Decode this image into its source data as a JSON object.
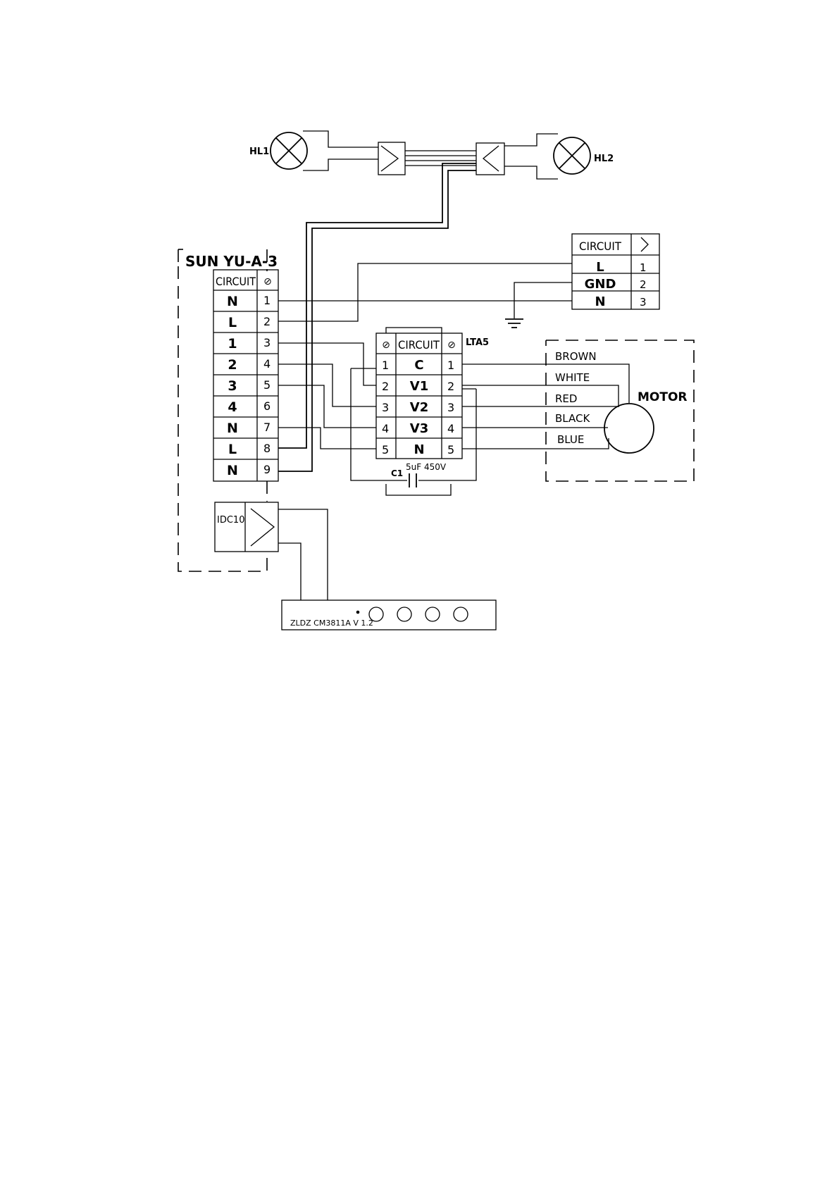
{
  "lamps": {
    "hl1": "HL1",
    "hl2": "HL2"
  },
  "controller": {
    "title": "SUN YU-A-3",
    "header_circuit": "CIRCUIT",
    "header_screw": "⊘",
    "rows": [
      {
        "label": "N",
        "num": "1"
      },
      {
        "label": "L",
        "num": "2"
      },
      {
        "label": "1",
        "num": "3"
      },
      {
        "label": "2",
        "num": "4"
      },
      {
        "label": "3",
        "num": "5"
      },
      {
        "label": "4",
        "num": "6"
      },
      {
        "label": "N",
        "num": "7"
      },
      {
        "label": "L",
        "num": "8"
      },
      {
        "label": "N",
        "num": "9"
      }
    ],
    "connector": "IDC10"
  },
  "supply": {
    "header_circuit": "CIRCUIT",
    "header_arrow": ">",
    "rows": [
      {
        "label": "L",
        "num": "1"
      },
      {
        "label": "GND",
        "num": "2"
      },
      {
        "label": "N",
        "num": "3"
      }
    ]
  },
  "terminal": {
    "name": "LTA5",
    "header_screw_left": "⊘",
    "header_circuit": "CIRCUIT",
    "header_screw_right": "⊘",
    "rows": [
      {
        "left": "1",
        "label": "C",
        "right": "1"
      },
      {
        "left": "2",
        "label": "V1",
        "right": "2"
      },
      {
        "left": "3",
        "label": "V2",
        "right": "3"
      },
      {
        "left": "4",
        "label": "V3",
        "right": "4"
      },
      {
        "left": "5",
        "label": "N",
        "right": "5"
      }
    ]
  },
  "capacitor": {
    "name": "C1",
    "rating": "5uF 450V"
  },
  "motor": {
    "label": "MOTOR",
    "wires": [
      "BROWN",
      "WHITE",
      "RED",
      "BLACK",
      "BLUE"
    ]
  },
  "control_board": {
    "label": "ZLDZ CM3811A V 1.2",
    "button_count": 4
  }
}
